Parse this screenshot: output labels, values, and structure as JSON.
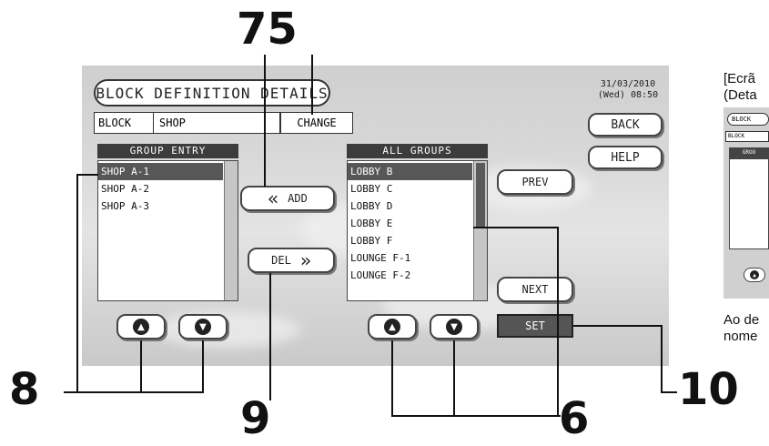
{
  "screen": {
    "title": "BLOCK DEFINITION DETAILS",
    "date": "31/03/2010",
    "time": "(Wed) 08:50",
    "block_label": "BLOCK",
    "block_value": "SHOP",
    "change_label": "CHANGE",
    "back_label": "BACK",
    "help_label": "HELP",
    "group_entry": {
      "header": "GROUP ENTRY",
      "items": [
        "SHOP A-1",
        "SHOP A-2",
        "SHOP A-3"
      ],
      "selected": "SHOP A-1"
    },
    "all_groups": {
      "header": "ALL GROUPS",
      "items": [
        "LOBBY B",
        "LOBBY C",
        "LOBBY D",
        "LOBBY E",
        "LOBBY F",
        "LOUNGE F-1",
        "LOUNGE F-2"
      ],
      "selected": "LOBBY B"
    },
    "add_label": "ADD",
    "add_chevrons": "«",
    "del_label": "DEL",
    "del_chevrons": "»",
    "prev_label": "PREV",
    "next_label": "NEXT",
    "set_label": "SET",
    "up_icon": "up-arrow-icon",
    "down_icon": "down-arrow-icon"
  },
  "callouts": {
    "top": "75",
    "left": "8",
    "middle": "9",
    "right": "6",
    "far_right": "10"
  },
  "side_panel": {
    "text_line1": "[Ecrã",
    "text_line2": "(Deta",
    "mini_block": "BLOCK",
    "mini_block2": "BLOCK",
    "mini_header": "GROU",
    "caption_line1": "Ao de",
    "caption_line2": "nome"
  }
}
